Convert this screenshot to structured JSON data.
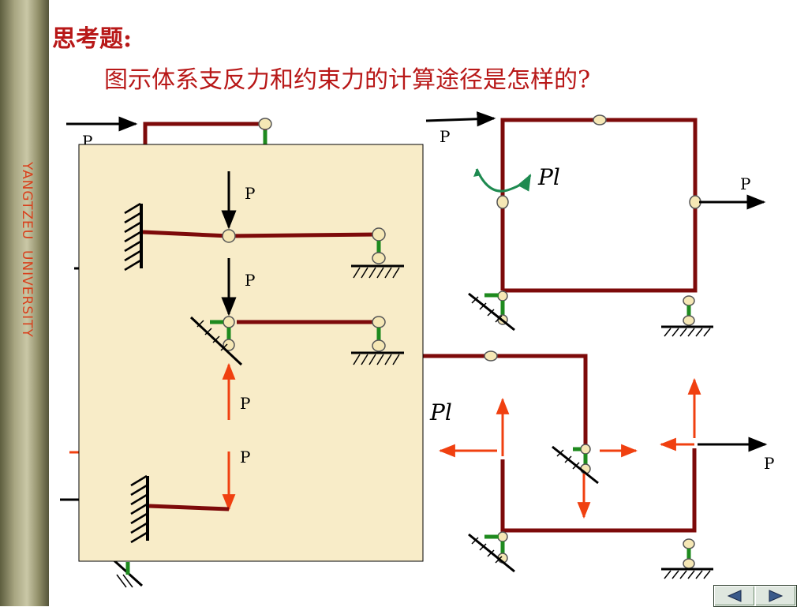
{
  "sidebar": {
    "university": "YANGTZEU  UNIVERSITY"
  },
  "title": {
    "line1": "思考题:",
    "line2": "图示体系支反力和约束力的计算途径是怎样的?"
  },
  "labels": {
    "load": "P",
    "moment": "Pl"
  },
  "colors": {
    "frame": "#7d0a0a",
    "link": "#1e8a1e",
    "force": "#f04010",
    "moment_arrow": "#1e8a50",
    "overlay": "#f8ecc8",
    "title": "#b81818"
  },
  "icons": {
    "prev": "triangle-left-icon",
    "next": "triangle-right-icon"
  }
}
